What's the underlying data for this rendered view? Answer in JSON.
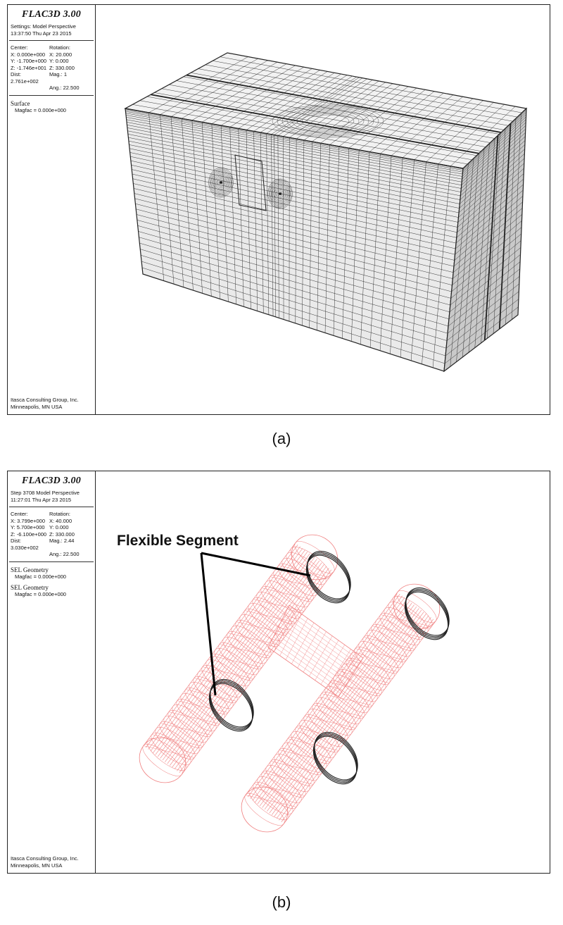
{
  "panel_a": {
    "app_title": "FLAC3D 3.00",
    "settings_line": "Settings: Model Perspective",
    "timestamp": "13:37:50 Thu Apr 23 2015",
    "center_label": "Center:",
    "rotation_label": "Rotation:",
    "center": [
      "X: 0.000e+000",
      "Y: -1.700e+000",
      "Z: -1.746e+001",
      "Dist: 2.761e+002"
    ],
    "rotation": [
      "X: 20.000",
      "Y: 0.000",
      "Z: 330.000",
      "Mag.: 1",
      "Ang.: 22.500"
    ],
    "plot_item": "Surface",
    "plot_item_detail": "Magfac = 0.000e+000",
    "footer_line1": "Itasca Consulting Group, Inc.",
    "footer_line2": "Minneapolis, MN USA",
    "caption": "(a)"
  },
  "panel_b": {
    "app_title": "FLAC3D 3.00",
    "settings_line": "Step 3708 Model Perspective",
    "timestamp": "11:27:01 Thu Apr 23 2015",
    "center_label": "Center:",
    "rotation_label": "Rotation:",
    "center": [
      "X: 3.799e+000",
      "Y: 5.700e+000",
      "Z: -6.100e+000",
      "Dist: 3.030e+002"
    ],
    "rotation": [
      "X: 40.000",
      "Y: 0.000",
      "Z: 330.000",
      "Mag.: 2.44",
      "Ang.: 22.500"
    ],
    "plot_item_1": "SEL Geometry",
    "plot_item_1_detail": "Magfac = 0.000e+000",
    "plot_item_2": "SEL Geometry",
    "plot_item_2_detail": "Magfac = 0.000e+000",
    "annotation": "Flexible Segment",
    "footer_line1": "Itasca Consulting Group, Inc.",
    "footer_line2": "Minneapolis, MN USA",
    "caption": "(b)"
  },
  "colors": {
    "mesh_line": "#222222",
    "box_top": "#f2f2f2",
    "box_front": "#eaeaea",
    "box_side": "#c9c9c9",
    "tunnel_mesh": "#f08080",
    "ring": "#222222"
  }
}
